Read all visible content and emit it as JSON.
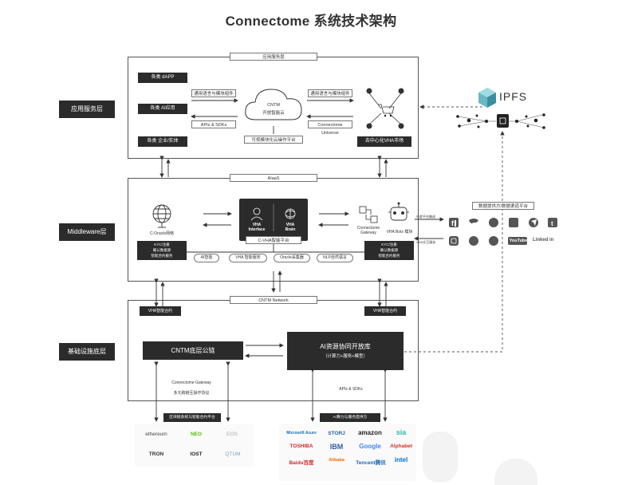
{
  "title": "Connectome 系统技术架构",
  "layers": {
    "app": "应用服务层",
    "middleware": "Middleware层",
    "infra": "基础设施底层"
  },
  "app_frame": {
    "tag": "应用服务层",
    "dapp": "各类 dAPP",
    "ai_apps": "各类 AI应用",
    "enterprise": "各类 企业/实体",
    "api_label_top": "通用语言与模块组件",
    "api_label_bottom": "APIs & SDKs",
    "cloud_line1": "CNTM",
    "cloud_line2": "开放智能云",
    "cloud_caption": "可视模块化云操作平台",
    "cu_label_top": "通用语言与模块组件",
    "cu_label_bottom": "Connectome Universe",
    "market": "去中心化VHA市场"
  },
  "ipfs": "IPFS",
  "middleware_frame": {
    "tag": "AIaaS",
    "oracle_label": "C-Oracle网络",
    "kyc_left": [
      "KYC/注册",
      "确认数据源",
      "智能合约服务"
    ],
    "vha_interface": [
      "VHA",
      "Interface"
    ],
    "vha_brain": [
      "VHA",
      "Brain"
    ],
    "platform_label": "C-VHA智能平台",
    "gateway_label": [
      "Connectome",
      "Gateway"
    ],
    "bots_label": "VHA Bots 模块",
    "kyc_right": [
      "KYC/注册",
      "确认数据源",
      "智能合约服务"
    ],
    "pills": [
      "AI智能",
      "VHA 智能服务",
      "Oracle采集器",
      "NLP自然语言"
    ],
    "social_top_arrow": "社群平台集成",
    "social_bottom_arrow": "VHA交互服务"
  },
  "social": {
    "tag": "数据提供方/数据渠道平台",
    "youtube": "YouTube",
    "linkedin": "Linked in"
  },
  "infra_frame": {
    "tag": "CNTM Network",
    "vha_left": "VHA智能合约",
    "vha_right": "VHA智能合约",
    "chain": "CNTM底层公链",
    "ai_lib_line1": "AI资源协同开放库",
    "ai_lib_line2": "（计算力+服务+模型）",
    "gateway_line1": "Connectome Gateway",
    "gateway_line2": "多元跨链互操作协议",
    "apis": "APIs & SDKs"
  },
  "bottom": {
    "chain_tag": "区块链系统与智能合约平台",
    "ai_tag": "AI算力与服务提供方",
    "chain_logos": [
      "ethereum",
      "NEO",
      "EOS",
      "TRON",
      "IOST",
      "QTUM"
    ],
    "ai_logos": [
      "Microsoft Azure",
      "STORJ",
      "amazon",
      "sia",
      "TOSHIBA",
      "IBM",
      "Google",
      "Alphabet",
      "Baidu百度",
      "Alibaba",
      "Tencent腾讯",
      "intel"
    ]
  }
}
